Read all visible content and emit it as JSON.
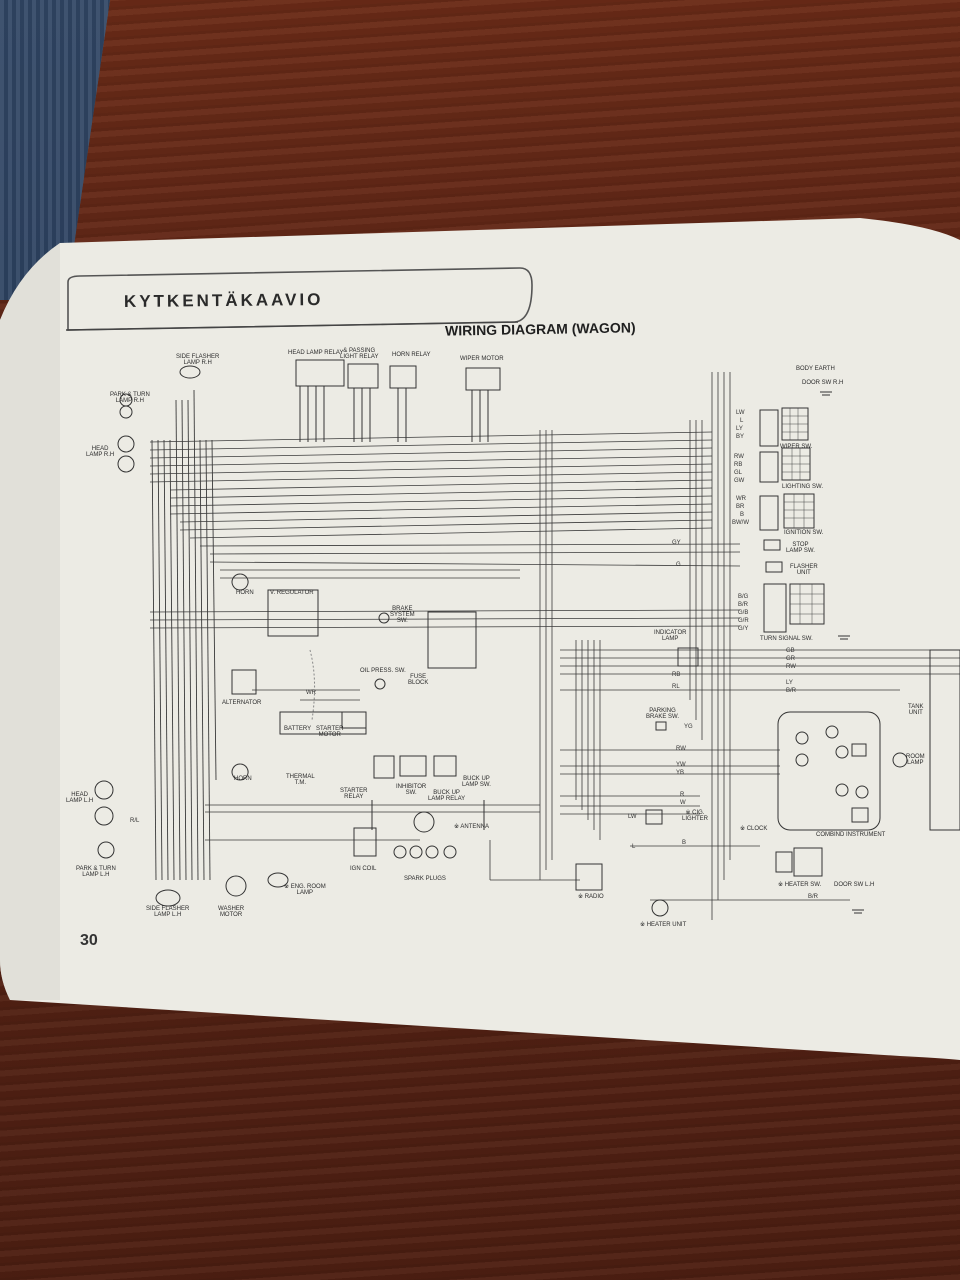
{
  "header": {
    "title_fi": "KYTKENTÄKAAVIO",
    "title_en": "WIRING DIAGRAM (WAGON)",
    "page_number": "30"
  },
  "components": {
    "side_flasher_rh": "SIDE FLASHER\nLAMP R.H",
    "park_turn_rh": "PARK & TURN\nLAMP R.H",
    "head_lamp_rh": "HEAD\nLAMP R.H",
    "head_lamp_relay": "HEAD LAMP RELAY",
    "passing_light_relay": "& PASSING\nLIGHT RELAY",
    "horn_relay": "HORN RELAY",
    "wiper_motor": "WIPER MOTOR",
    "body_earth": "BODY EARTH",
    "door_sw_rh": "DOOR SW R.H",
    "wiper_sw": "WIPER SW.",
    "lighting_sw": "LIGHTING SW.",
    "ignition_sw": "IGNITION SW.",
    "stop_lamp_sw": "STOP\nLAMP SW.",
    "flasher_unit": "FLASHER\nUNIT",
    "turn_signal_sw": "TURN SIGNAL SW.",
    "horn_1": "HORN",
    "v_regulator": "V. REGULATOR",
    "brake_system_sw": "BRAKE\nSYSTEM\nSW.",
    "oil_press_sw": "OIL PRESS. SW.",
    "fuse_block": "FUSE\nBLOCK",
    "alternator": "ALTERNATOR",
    "battery": "BATTERY",
    "starter_motor": "STARTER\nMOTOR",
    "indicator_lamp": "INDICATOR\nLAMP",
    "parking_brake_sw": "PARKING\nBRAKE SW.",
    "tank_unit": "TANK\nUNIT",
    "room_lamp": "ROOM\nLAMP",
    "horn_2": "HORN",
    "thermal_tm": "THERMAL\nT.M.",
    "starter_relay": "STARTER\nRELAY",
    "inhibitor_sw": "INHIBITOR\nSW.",
    "buck_up_lamp_relay": "BUCK UP\nLAMP RELAY",
    "buck_up_lamp_sw": "BUCK UP\nLAMP SW.",
    "head_lamp_lh": "HEAD\nLAMP L.H",
    "antenna": "※ ANTENNA",
    "cig_lighter": "※ CIG.\nLIGHTER",
    "clock": "※ CLOCK",
    "combind_instrument": "COMBIND INSTRUMENT",
    "park_turn_lh": "PARK & TURN\nLAMP L.H",
    "ign_coil": "IGN COIL",
    "spark_plugs": "SPARK PLUGS",
    "eng_room_lamp": "※ ENG. ROOM\nLAMP",
    "radio": "※ RADIO",
    "heater_sw": "※ HEATER SW.",
    "door_sw_lh": "DOOR SW L.H",
    "side_flasher_lh": "SIDE FLASHER\nLAMP L.H",
    "washer_motor": "WASHER\nMOTOR",
    "heater_unit": "※ HEATER UNIT"
  },
  "wire_codes": {
    "right_block": [
      "LW",
      "L",
      "LY",
      "BY",
      "RW",
      "RB",
      "GL",
      "GW",
      "WR",
      "BR",
      "B",
      "BW/W",
      "GY",
      "G",
      "B/G",
      "B/R",
      "G/B",
      "G/R",
      "G/Y",
      "GB",
      "GR",
      "RW",
      "RB",
      "RL",
      "LY",
      "B/R"
    ],
    "mid_labels": [
      "WR",
      "YG",
      "RW",
      "YW",
      "YB",
      "LW",
      "L",
      "B",
      "B/R",
      "R",
      "W",
      "R/L"
    ]
  },
  "colors": {
    "paper": "#ecebe4",
    "ink": "#2b2b2b",
    "wood": "#5a2416"
  }
}
